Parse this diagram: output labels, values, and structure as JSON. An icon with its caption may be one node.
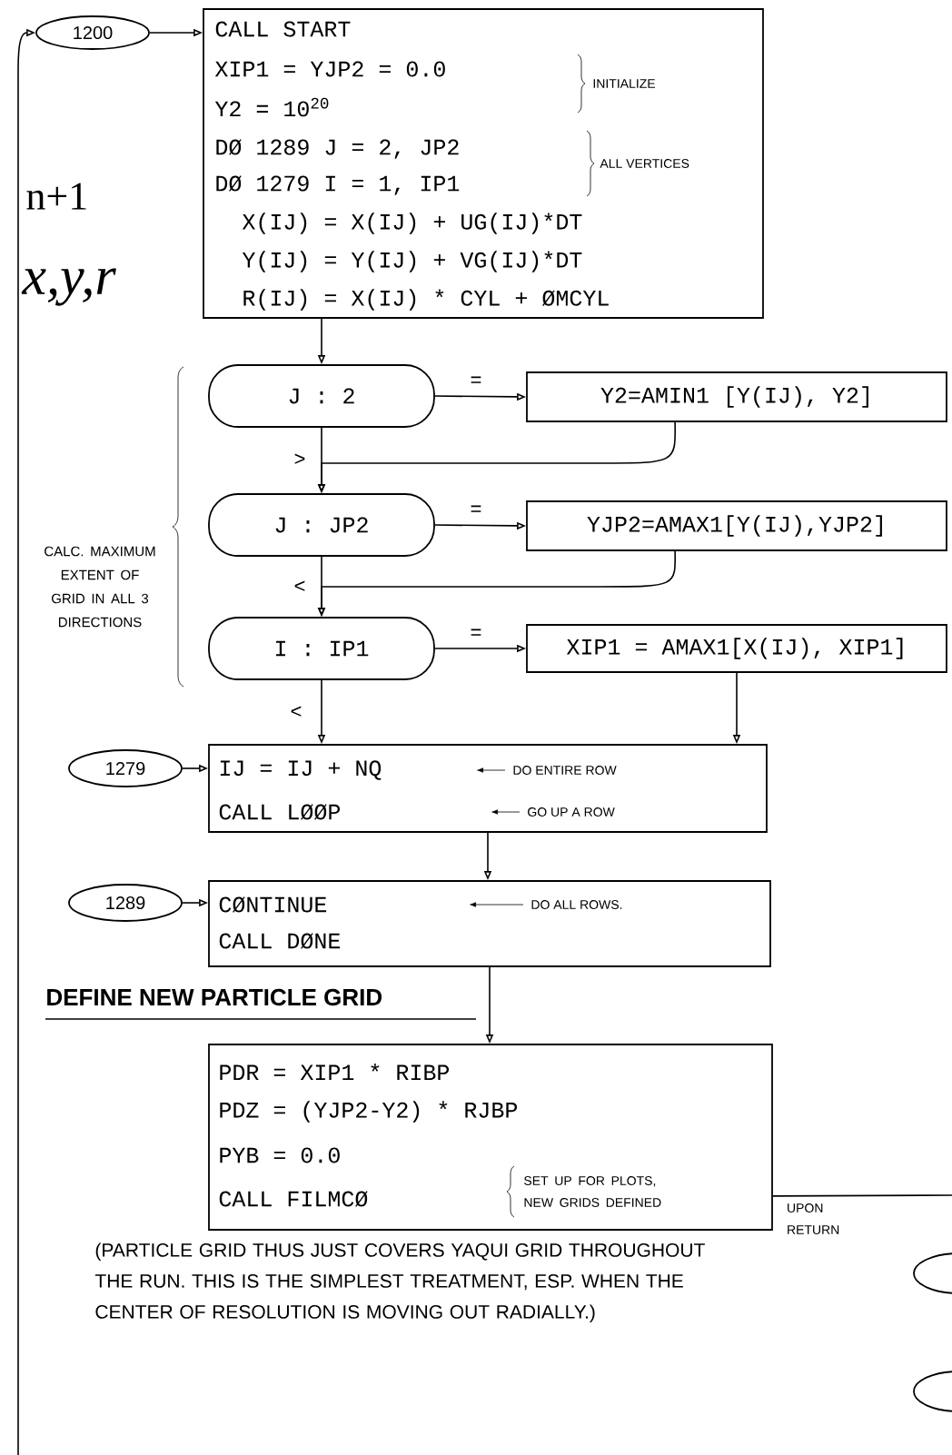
{
  "diagram": {
    "nodes": [
      {
        "text": [
          "1200"
        ]
      },
      {
        "text": [
          "CALL START",
          "XIP1 = YJP2 = 0.0",
          "Y2 = 10$^{20}$",
          "DØ 1289 J = 2, JP2",
          "DØ 1279 I = 1, IP1",
          "X(IJ) = X(IJ) + UG(IJ)*DT",
          "Y(IJ) = Y(IJ) + VG(IJ)*DT",
          "R(IJ) = X(IJ) * CYL + ØMCYL",
          "INITIALIZE",
          "ALL VERTICES"
        ]
      },
      {
        "text": [
          "J : 2"
        ]
      },
      {
        "text": [
          "Y2=AMIN1 [Y(IJ), Y2]"
        ]
      },
      {
        "text": [
          "J : JP2"
        ]
      },
      {
        "text": [
          "YJP2=AMAX1[Y(IJ),YJP2]"
        ]
      },
      {
        "text": [
          "I : IP1"
        ]
      },
      {
        "text": [
          "XIP1 = AMAX1[X(IJ), XIP1]"
        ]
      },
      {
        "text": [
          "1279"
        ]
      },
      {
        "text": [
          "IJ = IJ + NQ",
          "CALL LØØP",
          "DO ENTIRE ROW",
          "GO UP A ROW"
        ]
      },
      {
        "text": [
          "1289"
        ]
      },
      {
        "text": [
          "CØNTINUE",
          "CALL DØNE",
          "DO ALL ROWS."
        ]
      },
      {
        "text": [
          "PDR = XIP1 * RIBP",
          "PDZ = (YJP2-Y2) * RJBP",
          "PYB = 0.0",
          "CALL FILMCØ",
          "SET UP FOR PLOTS, NEW GRIDS DEFINED"
        ]
      },
      {
        "text": [],
        "shape": "circle"
      },
      {
        "text": [],
        "shape": "circle"
      }
    ],
    "edges": [
      {
        "from": null,
        "to": 0,
        "arrow": "to"
      },
      {
        "from": 0,
        "to": 1,
        "arrow": "to"
      },
      {
        "from": 1,
        "to": 2,
        "arrow": "to"
      },
      {
        "from": 2,
        "to": 3,
        "arrow": "to",
        "label": "="
      },
      {
        "from": 2,
        "to": 4,
        "arrow": "to",
        "label": ">"
      },
      {
        "from": 3,
        "to": 4,
        "arrow": "to"
      },
      {
        "from": 4,
        "to": 5,
        "arrow": "to",
        "label": "="
      },
      {
        "from": 4,
        "to": 6,
        "arrow": "to",
        "label": "<"
      },
      {
        "from": 5,
        "to": 6,
        "arrow": "to"
      },
      {
        "from": 6,
        "to": 7,
        "arrow": "to",
        "label": "="
      },
      {
        "from": 6,
        "to": 9,
        "arrow": "to",
        "label": "<"
      },
      {
        "from": 7,
        "to": 9,
        "arrow": "to"
      },
      {
        "from": 8,
        "to": 9,
        "arrow": "to"
      },
      {
        "from": 9,
        "to": 11,
        "arrow": "to"
      },
      {
        "from": 10,
        "to": 11,
        "arrow": "to"
      },
      {
        "from": 11,
        "to": 12,
        "arrow": "to"
      },
      {
        "from": 12,
        "to": null,
        "arrow": "none",
        "label": "UPON RETURN"
      }
    ],
    "labels": [
      "n+1",
      "x,y,r",
      "CALC. MAXIMUM EXTENT OF GRID IN ALL 3 DIRECTIONS",
      "DEFINE NEW PARTICLE GRID",
      "(PARTICLE GRID THUS JUST COVERS YAQUI GRID THROUGHOUT THE RUN. THIS IS THE SIMPLEST TREATMENT, ESP. WHEN THE CENTER OF RESOLUTION IS MOVING OUT RADIALLY.)"
    ]
  }
}
